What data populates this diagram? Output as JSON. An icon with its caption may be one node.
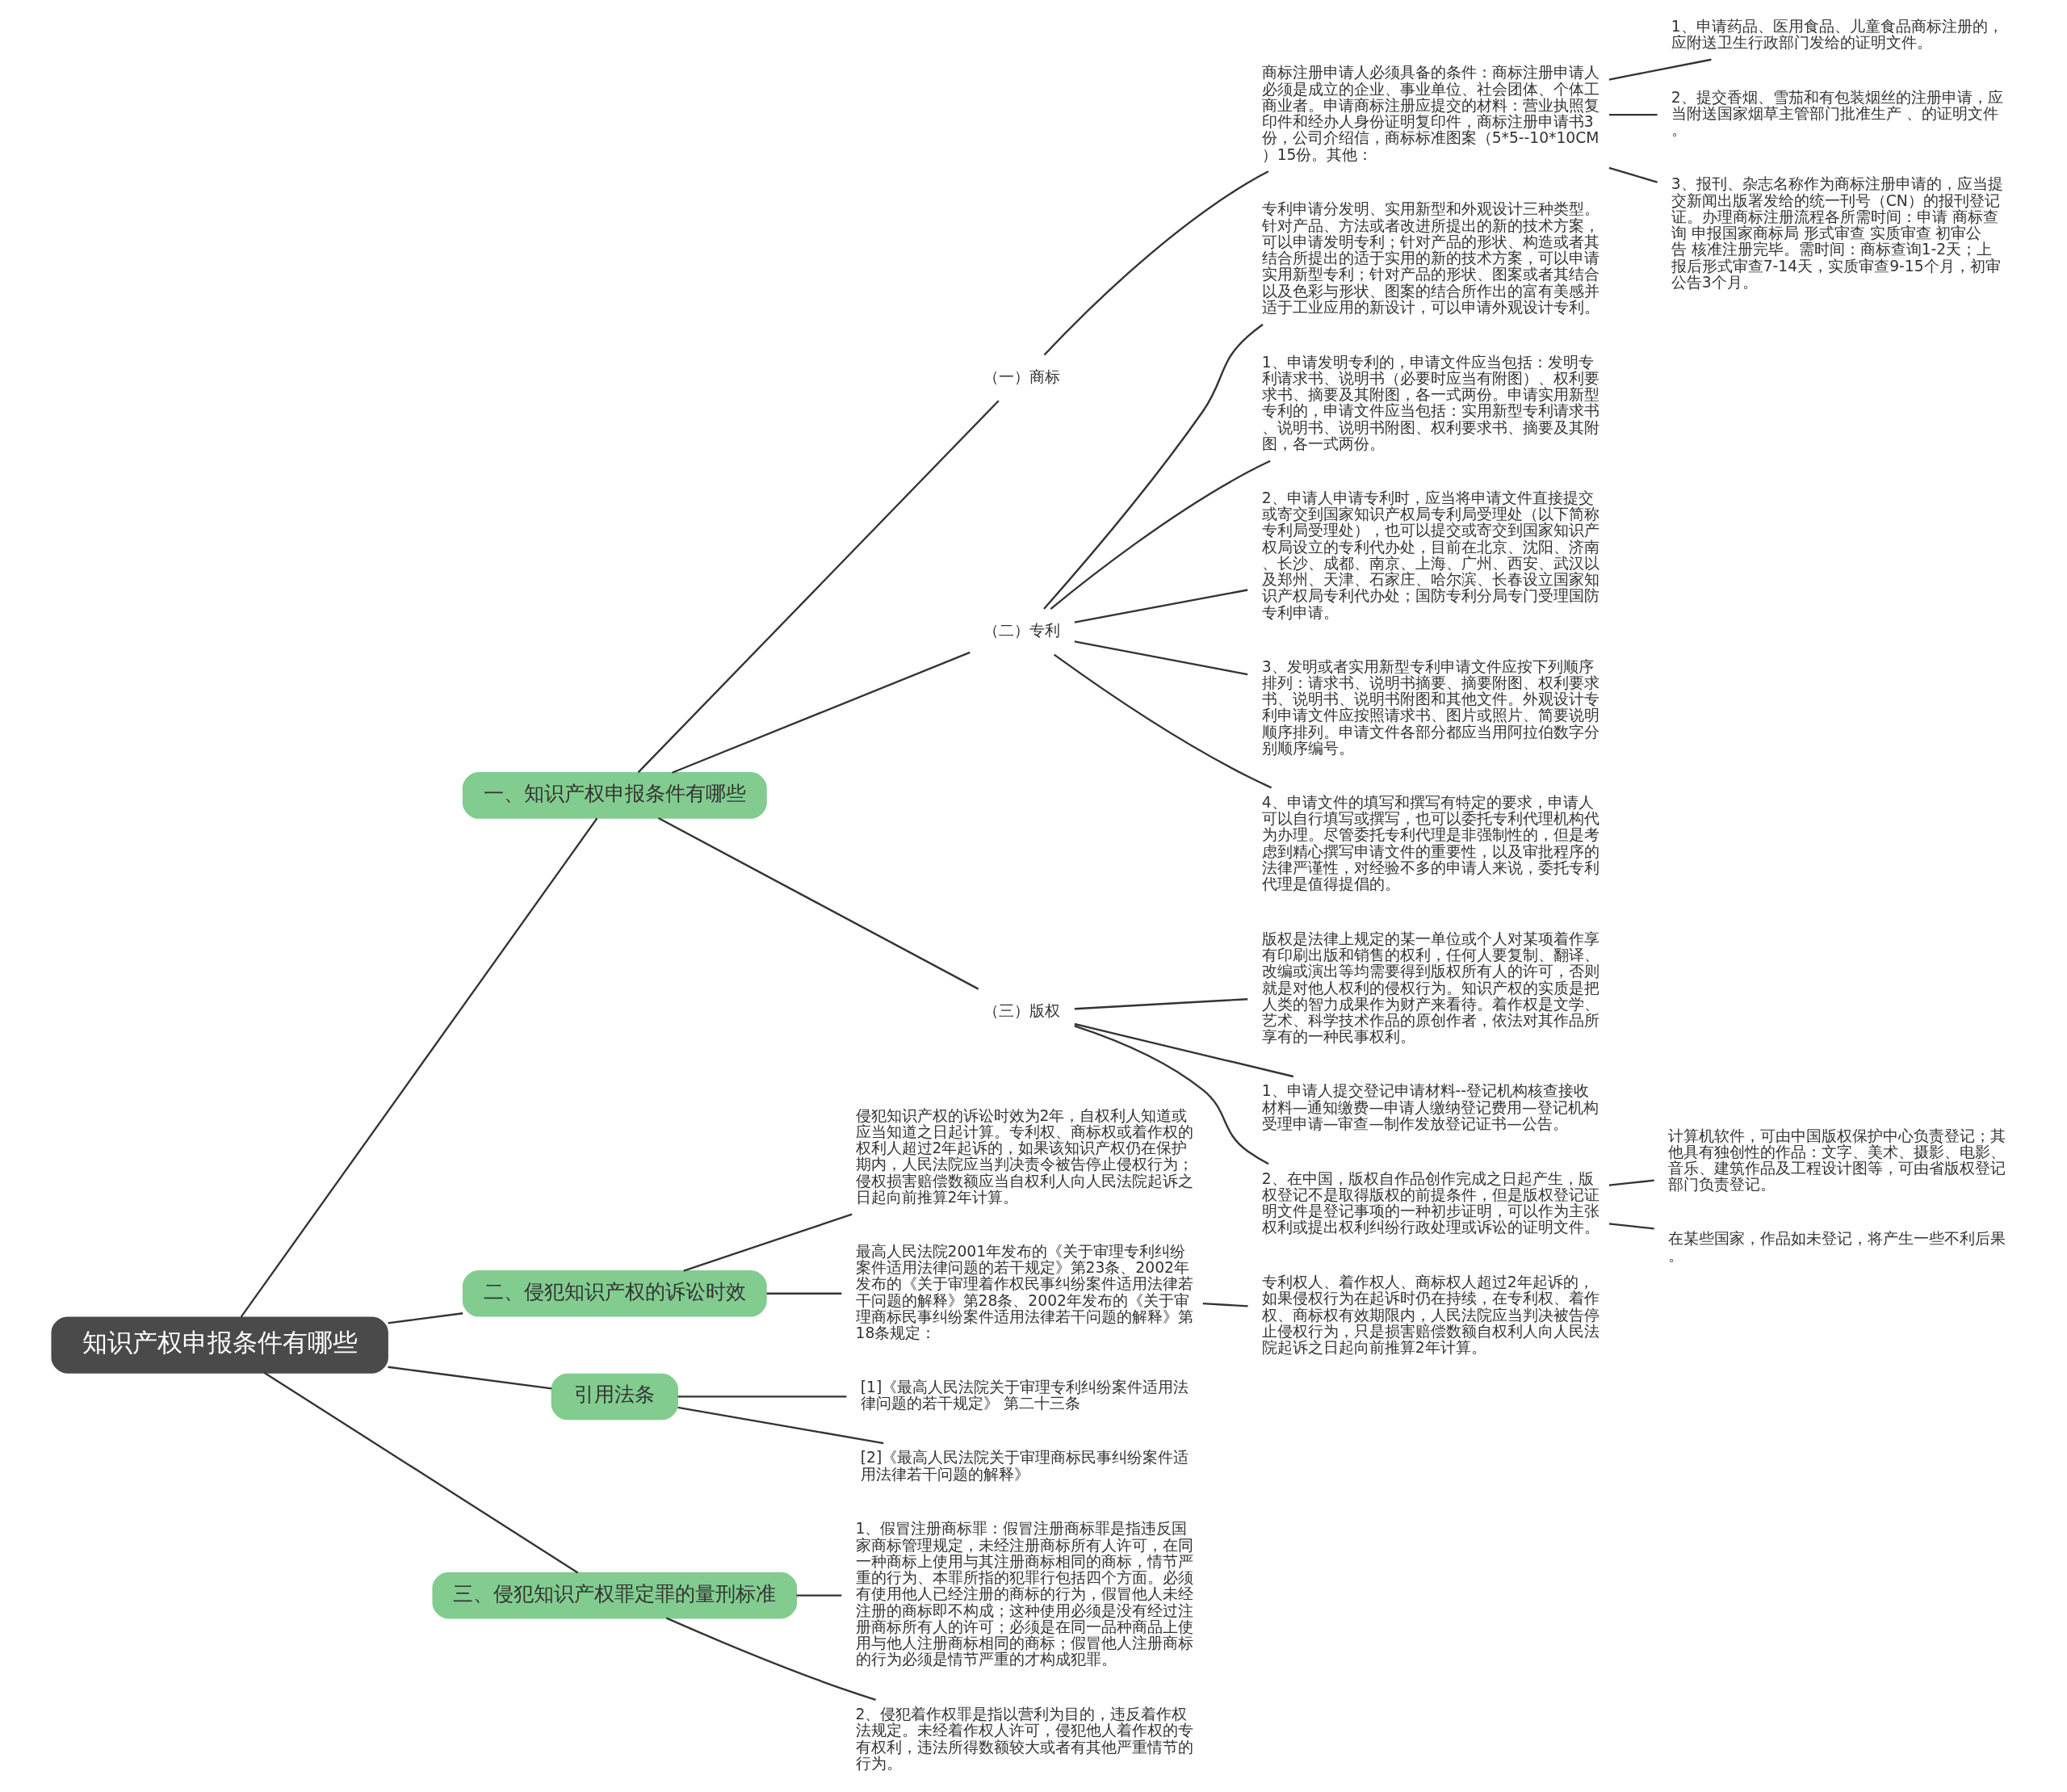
{
  "diagram": {
    "nodes": [
      {
        "text": [
          "知识产权申报条件有哪些"
        ]
      },
      {
        "text": [
          "一、知识产权申报条件有哪些"
        ]
      },
      {
        "text": [
          "（一）商标"
        ]
      },
      {
        "text": [
          "商标注册申请人必须具备的条件：商标注册申请人必须是成立的企业、事业单位、社会团体、个体工商业者。申请商标注册应提交的材料：营业执照复印件和经办人身份证明复印件，商标注册申请书3份，公司介绍信，商标标准图案（5*5--10*10CM）15份。其他："
        ]
      },
      {
        "text": [
          "1、申请药品、医用食品、儿童食品商标注册的，应附送卫生行政部门发给的证明文件。"
        ]
      },
      {
        "text": [
          "2、提交香烟、雪茄和有包装烟丝的注册申请，应当附送国家烟草主管部门批准生产 、的证明文件。"
        ]
      },
      {
        "text": [
          "3、报刊、杂志名称作为商标注册申请的，应当提交新闻出版署发给的统一刊号（CN）的报刊登记证。办理商标注册流程各所需时间：申请 商标查询 申报国家商标局 形式审查 实质审查 初审公告 核准注册完毕。需时间：商标查询1-2天；上报后形式审查7-14天，实质审查9-15个月，初审公告3个月。"
        ]
      },
      {
        "text": [
          "（二）专利"
        ]
      },
      {
        "text": [
          "专利申请分发明、实用新型和外观设计三种类型。针对产品、方法或者改进所提出的新的技术方案，可以申请发明专利；针对产品的形状、构造或者其结合所提出的适于实用的新的技术方案，可以申请实用新型专利；针对产品的形状、图案或者其结合以及色彩与形状、图案的结合所作出的富有美感并适于工业应用的新设计，可以申请外观设计专利。"
        ]
      },
      {
        "text": [
          "1、申请发明专利的，申请文件应当包括：发明专利请求书、说明书（必要时应当有附图）、权利要求书、摘要及其附图，各一式两份。申请实用新型专利的，申请文件应当包括：实用新型专利请求书、说明书、说明书附图、权利要求书、摘要及其附图，各一式两份。"
        ]
      },
      {
        "text": [
          "2、申请人申请专利时，应当将申请文件直接提交或寄交到国家知识产权局专利局受理处（以下简称专利局受理处），也可以提交或寄交到国家知识产权局设立的专利代办处，目前在北京、沈阳、济南、长沙、成都、南京、上海、广州、西安、武汉以及郑州、天津、石家庄、哈尔滨、长春设立国家知识产权局专利代办处；国防专利分局专门受理国防专利申请。"
        ]
      },
      {
        "text": [
          "3、发明或者实用新型专利申请文件应按下列顺序排列：请求书、说明书摘要、摘要附图、权利要求书、说明书、说明书附图和其他文件。外观设计专利申请文件应按照请求书、图片或照片、简要说明顺序排列。申请文件各部分都应当用阿拉伯数字分别顺序编号。"
        ]
      },
      {
        "text": [
          "4、申请文件的填写和撰写有特定的要求，申请人可以自行填写或撰写，也可以委托专利代理机构代为办理。尽管委托专利代理是非强制性的，但是考虑到精心撰写申请文件的重要性，以及审批程序的法律严谨性，对经验不多的申请人来说，委托专利代理是值得提倡的。"
        ]
      },
      {
        "text": [
          "（三）版权"
        ]
      },
      {
        "text": [
          "版权是法律上规定的某一单位或个人对某项着作享有印刷出版和销售的权利，任何人要复制、翻译、改编或演出等均需要得到版权所有人的许可，否则就是对他人权利的侵权行为。知识产权的实质是把人类的智力成果作为财产来看待。着作权是文学、艺术、科学技术作品的原创作者，依法对其作品所享有的一种民事权利。"
        ]
      },
      {
        "text": [
          "1、申请人提交登记申请材料--登记机构核查接收材料—通知缴费—申请人缴纳登记费用—登记机构受理申请—审查—制作发放登记证书—公告。"
        ]
      },
      {
        "text": [
          "2、在中国，版权自作品创作完成之日起产生，版权登记不是取得版权的前提条件，但是版权登记证明文件是登记事项的一种初步证明，可以作为主张权利或提出权利纠纷行政处理或诉讼的证明文件。"
        ]
      },
      {
        "text": [
          "计算机软件，可由中国版权保护中心负责登记；其他具有独创性的作品：文字、美术、摄影、电影、音乐、建筑作品及工程设计图等，可由省版权登记部门负责登记。"
        ]
      },
      {
        "text": [
          "在某些国家，作品如未登记，将产生一些不利后果。"
        ]
      },
      {
        "text": [
          "二、侵犯知识产权的诉讼时效"
        ]
      },
      {
        "text": [
          "侵犯知识产权的诉讼时效为2年，自权利人知道或应当知道之日起计算。专利权、商标权或着作权的权利人超过2年起诉的，如果该知识产权仍在保护期内，人民法院应当判决责令被告停止侵权行为；侵权损害赔偿数额应当自权利人向人民法院起诉之日起向前推算2年计算。"
        ]
      },
      {
        "text": [
          "最高人民法院2001年发布的《关于审理专利纠纷案件适用法律问题的若干规定》第23条、2002年发布的《关于审理着作权民事纠纷案件适用法律若干问题的解释》第28条、2002年发布的《关于审理商标民事纠纷案件适用法律若干问题的解释》第18条规定："
        ]
      },
      {
        "text": [
          "专利权人、着作权人、商标权人超过2年起诉的，如果侵权行为在起诉时仍在持续，在专利权、着作权、商标权有效期限内，人民法院应当判决被告停止侵权行为，只是损害赔偿数额自权利人向人民法院起诉之日起向前推算2年计算。"
        ]
      },
      {
        "text": [
          "引用法条"
        ]
      },
      {
        "text": [
          "[1]《最高人民法院关于审理专利纠纷案件适用法律问题的若干规定》 第二十三条"
        ]
      },
      {
        "text": [
          "[2]《最高人民法院关于审理商标民事纠纷案件适用法律若干问题的解释》"
        ]
      },
      {
        "text": [
          "三、侵犯知识产权罪定罪的量刑标准"
        ]
      },
      {
        "text": [
          "1、假冒注册商标罪：假冒注册商标罪是指违反国家商标管理规定，未经注册商标所有人许可，在同一种商标上使用与其注册商标相同的商标，情节严重的行为、本罪所指的犯罪行包括四个方面。必须有使用他人已经注册的商标的行为，假冒他人未经注册的商标即不构成；这种使用必须是没有经过注册商标所有人的许可；必须是在同一品种商品上使用与他人注册商标相同的商标；假冒他人注册商标的行为必须是情节严重的才构成犯罪。"
        ]
      },
      {
        "text": [
          "2、侵犯着作权罪是指以营利为目的，违反着作权法规定。未经着作权人许可，侵犯他人着作权的专有权利，违法所得数额较大或者有其他严重情节的行为。"
        ]
      }
    ],
    "edges": [
      {
        "from": 0,
        "to": 1,
        "arrow": "none"
      },
      {
        "from": 1,
        "to": 2,
        "arrow": "none"
      },
      {
        "from": 2,
        "to": 3,
        "arrow": "none"
      },
      {
        "from": 3,
        "to": 4,
        "arrow": "none"
      },
      {
        "from": 3,
        "to": 5,
        "arrow": "none"
      },
      {
        "from": 3,
        "to": 6,
        "arrow": "none"
      },
      {
        "from": 1,
        "to": 7,
        "arrow": "none"
      },
      {
        "from": 7,
        "to": 8,
        "arrow": "none"
      },
      {
        "from": 7,
        "to": 9,
        "arrow": "none"
      },
      {
        "from": 7,
        "to": 10,
        "arrow": "none"
      },
      {
        "from": 7,
        "to": 11,
        "arrow": "none"
      },
      {
        "from": 7,
        "to": 12,
        "arrow": "none"
      },
      {
        "from": 1,
        "to": 13,
        "arrow": "none"
      },
      {
        "from": 13,
        "to": 14,
        "arrow": "none"
      },
      {
        "from": 13,
        "to": 15,
        "arrow": "none"
      },
      {
        "from": 13,
        "to": 16,
        "arrow": "none"
      },
      {
        "from": 16,
        "to": 17,
        "arrow": "none"
      },
      {
        "from": 16,
        "to": 18,
        "arrow": "none"
      },
      {
        "from": 0,
        "to": 19,
        "arrow": "none"
      },
      {
        "from": 19,
        "to": 20,
        "arrow": "none"
      },
      {
        "from": 19,
        "to": 21,
        "arrow": "none"
      },
      {
        "from": 21,
        "to": 22,
        "arrow": "none"
      },
      {
        "from": 0,
        "to": 23,
        "arrow": "none"
      },
      {
        "from": 23,
        "to": 24,
        "arrow": "none"
      },
      {
        "from": 23,
        "to": 25,
        "arrow": "none"
      },
      {
        "from": 0,
        "to": 26,
        "arrow": "none"
      },
      {
        "from": 26,
        "to": 27,
        "arrow": "none"
      },
      {
        "from": 26,
        "to": 28,
        "arrow": "none"
      }
    ]
  }
}
